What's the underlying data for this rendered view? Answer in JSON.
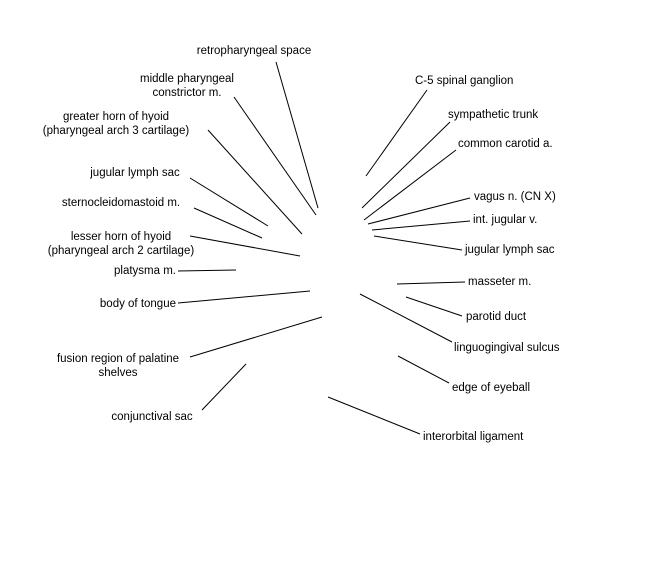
{
  "labels": {
    "retropharyngeal_space": "retropharyngeal space",
    "middle_pharyngeal_constrictor": "middle pharyngeal\nconstrictor m.",
    "greater_horn_of_hyoid": "greater horn of hyoid\n(pharyngeal arch 3 cartilage)",
    "jugular_lymph_sac_left": "jugular lymph sac",
    "sternocleidomastoid": "sternocleidomastoid m.",
    "lesser_horn_of_hyoid": "lesser horn of hyoid\n(pharyngeal arch 2 cartilage)",
    "platysma": "platysma m.",
    "body_of_tongue": "body of tongue",
    "fusion_region_palatine_shelves": "fusion region of palatine\nshelves",
    "conjunctival_sac": "conjunctival sac",
    "c5_spinal_ganglion": "C-5 spinal ganglion",
    "sympathetic_trunk": "sympathetic trunk",
    "common_carotid": "common carotid a.",
    "vagus_nerve": "vagus n. (CN X)",
    "internal_jugular": "int. jugular v.",
    "jugular_lymph_sac_right": "jugular lymph sac",
    "masseter": "masseter m.",
    "parotid_duct": "parotid duct",
    "linguogingival_sulcus": "linguogingival sulcus",
    "edge_of_eyeball": "edge of eyeball",
    "interorbital_ligament": "interorbital ligament"
  },
  "colors": {
    "line": "#000000",
    "text": "#000000",
    "background": "#ffffff"
  }
}
